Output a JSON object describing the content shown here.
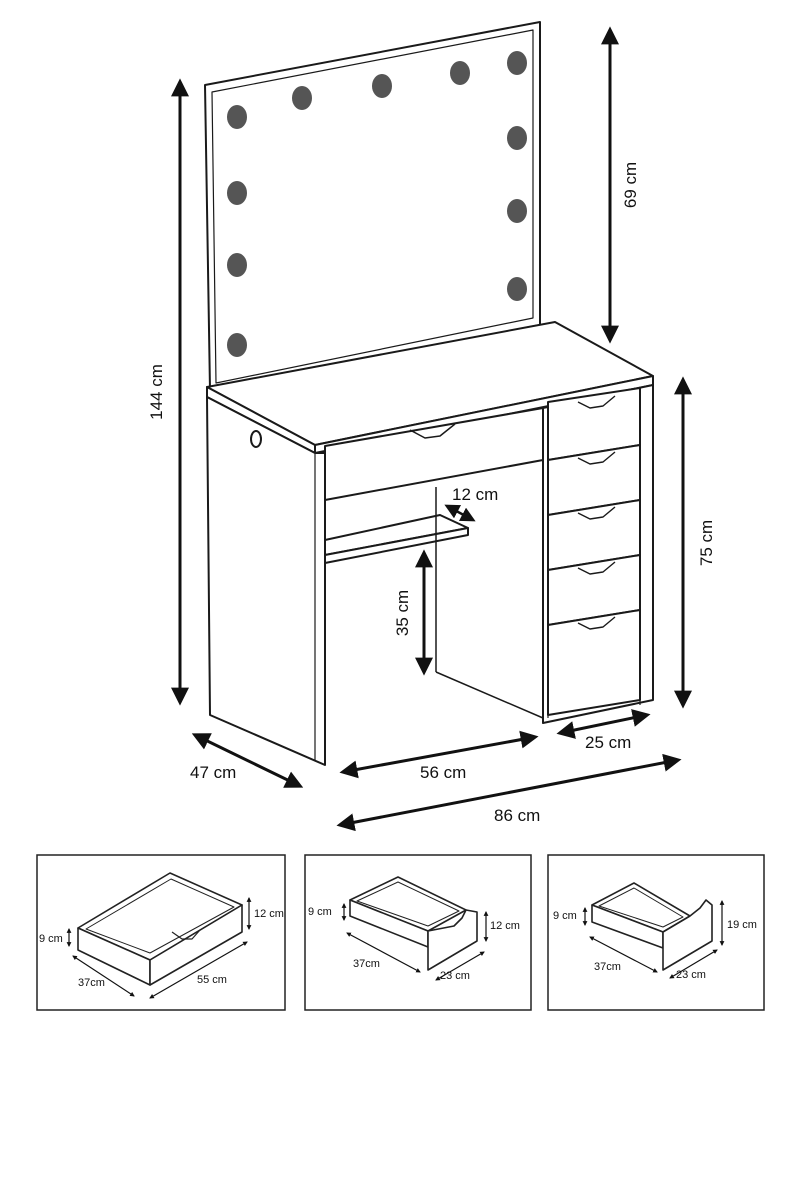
{
  "main_dimensions": {
    "total_height": "144 cm",
    "mirror_height": "69 cm",
    "table_height": "75 cm",
    "depth": "47 cm",
    "knee_width": "56 cm",
    "cabinet_width": "25 cm",
    "total_width": "86 cm",
    "shelf_depth": "12 cm",
    "shelf_height": "35 cm"
  },
  "drawer_details": [
    {
      "depth": "37cm",
      "length": "55 cm",
      "inner_height": "9 cm",
      "front_height": "12 cm"
    },
    {
      "depth": "37cm",
      "length": "23 cm",
      "inner_height": "9 cm",
      "front_height": "12 cm"
    },
    {
      "depth": "37cm",
      "length": "23 cm",
      "inner_height": "9 cm",
      "front_height": "19 cm"
    }
  ],
  "colors": {
    "line": "#1a1a1a",
    "bulb": "#555555",
    "fill": "#ffffff"
  }
}
